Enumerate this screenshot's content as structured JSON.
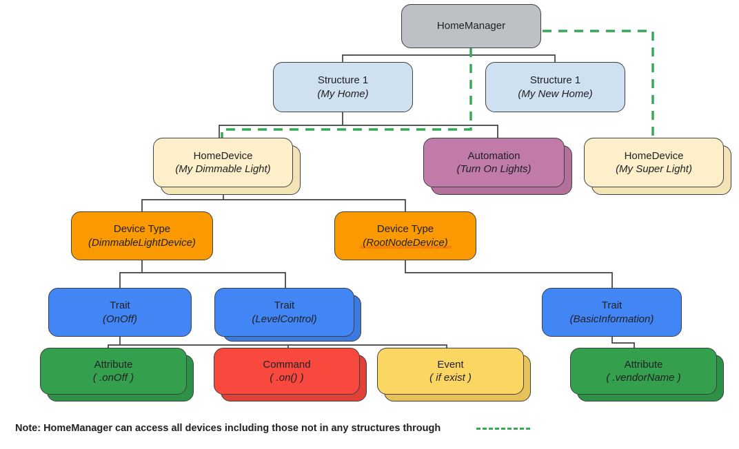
{
  "diagram": {
    "title": "Google Home device model hierarchy",
    "type": "tree-diagram",
    "palette": {
      "gray": "#BDC1C6",
      "light_blue": "#CFE0F0",
      "cream": "#FCEFC9",
      "mauve": "#C17BA8",
      "orange": "#FB9A00",
      "blue": "#4285F4",
      "green": "#34A04E",
      "red": "#F9483E",
      "yellow": "#FCD663",
      "dashed_green": "#34A853",
      "stroke": "#3C4043",
      "text": "#202124",
      "background": "#FFFFFF"
    },
    "nodes": [
      {
        "id": "home-manager",
        "title": "HomeManager",
        "sub": "",
        "color_key": "gray",
        "stacked": false
      },
      {
        "id": "structure-my-home",
        "title": "Structure 1",
        "sub": "(My Home)",
        "color_key": "light_blue",
        "stacked": false
      },
      {
        "id": "structure-my-new-home",
        "title": "Structure 1",
        "sub": "(My New Home)",
        "color_key": "light_blue",
        "stacked": false
      },
      {
        "id": "home-device-dimmable",
        "title": "HomeDevice",
        "sub": "(My Dimmable Light)",
        "color_key": "cream",
        "stacked": true
      },
      {
        "id": "automation-turn-on-lights",
        "title": "Automation",
        "sub": "(Turn On Lights)",
        "color_key": "mauve",
        "stacked": true
      },
      {
        "id": "home-device-super",
        "title": "HomeDevice",
        "sub": "(My Super Light)",
        "color_key": "cream",
        "stacked": true
      },
      {
        "id": "device-type-dimmable",
        "title": "Device Type",
        "sub": "(DimmableLightDevice)",
        "color_key": "orange",
        "stacked": false
      },
      {
        "id": "device-type-rootnode",
        "title": "Device Type",
        "sub": "(RootNodeDevice)",
        "color_key": "orange",
        "stacked": false
      },
      {
        "id": "trait-onoff",
        "title": "Trait",
        "sub": "(OnOff)",
        "color_key": "blue",
        "stacked": false
      },
      {
        "id": "trait-levelcontrol",
        "title": "Trait",
        "sub": "(LevelControl)",
        "color_key": "blue",
        "stacked": true
      },
      {
        "id": "trait-basicinformation",
        "title": "Trait",
        "sub": "(BasicInformation)",
        "color_key": "blue",
        "stacked": false
      },
      {
        "id": "attribute-onoff",
        "title": "Attribute",
        "sub": "( .onOff )",
        "color_key": "green",
        "stacked": true
      },
      {
        "id": "command-on",
        "title": "Command",
        "sub": "( .on() )",
        "color_key": "red",
        "stacked": true
      },
      {
        "id": "event-if-exist",
        "title": "Event",
        "sub": "( if exist )",
        "color_key": "yellow",
        "stacked": true
      },
      {
        "id": "attribute-vendorname",
        "title": "Attribute",
        "sub": "( .vendorName )",
        "color_key": "green",
        "stacked": true
      }
    ],
    "edges": [
      {
        "from": "home-manager",
        "to": "structure-my-home",
        "style": "solid"
      },
      {
        "from": "home-manager",
        "to": "structure-my-new-home",
        "style": "solid"
      },
      {
        "from": "structure-my-home",
        "to": "home-device-dimmable",
        "style": "solid"
      },
      {
        "from": "structure-my-home",
        "to": "automation-turn-on-lights",
        "style": "solid"
      },
      {
        "from": "home-manager",
        "to": "home-device-dimmable",
        "style": "dashed-green"
      },
      {
        "from": "home-manager",
        "to": "home-device-super",
        "style": "dashed-green"
      },
      {
        "from": "home-device-dimmable",
        "to": "device-type-dimmable",
        "style": "solid"
      },
      {
        "from": "home-device-dimmable",
        "to": "device-type-rootnode",
        "style": "solid"
      },
      {
        "from": "device-type-dimmable",
        "to": "trait-onoff",
        "style": "solid"
      },
      {
        "from": "device-type-dimmable",
        "to": "trait-levelcontrol",
        "style": "solid"
      },
      {
        "from": "device-type-rootnode",
        "to": "trait-basicinformation",
        "style": "solid"
      },
      {
        "from": "trait-onoff",
        "to": "attribute-onoff",
        "style": "solid"
      },
      {
        "from": "trait-onoff",
        "to": "command-on",
        "style": "solid"
      },
      {
        "from": "trait-onoff",
        "to": "event-if-exist",
        "style": "solid"
      },
      {
        "from": "trait-basicinformation",
        "to": "attribute-vendorname",
        "style": "solid"
      }
    ],
    "note": {
      "text": "Note: HomeManager can access all devices including those not in any structures through",
      "legend_line_style": "dashed",
      "legend_line_color": "#34A853"
    }
  }
}
